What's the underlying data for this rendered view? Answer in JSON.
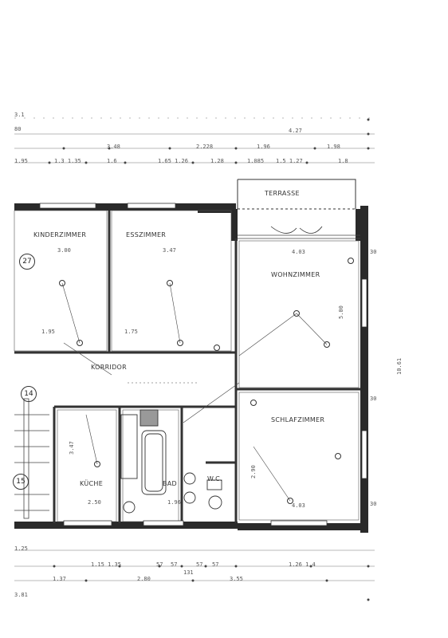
{
  "rooms": {
    "kinderzimmer": "KINDERZIMMER",
    "esszimmer": "ESSZIMMER",
    "wohnzimmer": "WOHNZIMMER",
    "terrasse": "TERRASSE",
    "korridor": "KORRIDOR",
    "schlafzimmer": "SCHLAFZIMMER",
    "kueche": "KÜCHE",
    "bad": "BAD",
    "wc": "W.C."
  },
  "markers": {
    "m27": "27",
    "m14": "14",
    "m15": "15"
  },
  "dimensions": {
    "top_overall": "4.27",
    "top_row1": [
      "3.48",
      "2.228",
      "1.96",
      "1.98"
    ],
    "top_row2": [
      "1.95",
      "1.3  1.35",
      "1.6",
      "1.65  1.26",
      "1.28",
      "1.085",
      "1.5  1.27",
      "1.8"
    ],
    "left_top": [
      "3.1",
      "80"
    ],
    "kinderzimmer_w": "3.00",
    "kinderzimmer_b": "1.95",
    "esszimmer_w": "3.47",
    "esszimmer_b": "1.75",
    "wohnzimmer_w": "4.03",
    "wohnzimmer_h": "5.00",
    "right_side": "10.61",
    "right_30a": "30",
    "right_30b": "30",
    "right_30c": "30",
    "schlafzimmer_w": "4.03",
    "schlafzimmer_h": "2.90",
    "kueche_w": "2.50",
    "kueche_h": "3.47",
    "bad_w": "1.96",
    "bottom_row1": [
      "1.25",
      "1.15  1.35",
      "57",
      "57",
      "57",
      "57",
      "1.26  1.4"
    ],
    "bottom_row2": [
      "1.37",
      "2.80",
      "3.55"
    ],
    "bottom_left": "3.81",
    "lower_note": "131"
  }
}
